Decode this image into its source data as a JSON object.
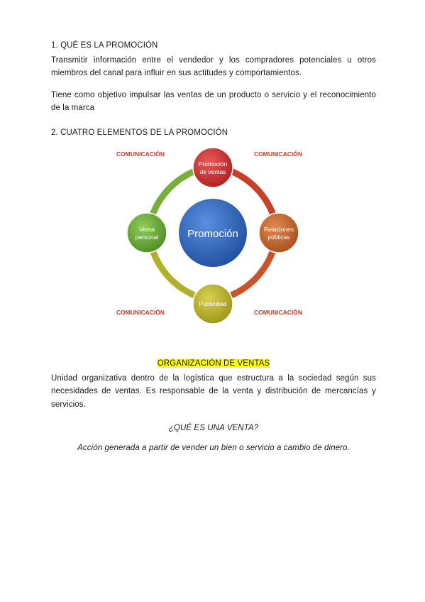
{
  "section1": {
    "heading": "1. QUÉ ES LA PROMOCIÓN",
    "para1": "Transmitir información entre el vendedor y los compradores potenciales u otros miembros del canal para influir en sus actitudes y comportamientos.",
    "para2": "Tiene como objetivo impulsar las ventas de un producto o servicio y el reconocimiento de la marca"
  },
  "section2": {
    "heading": "2. CUATRO ELEMENTOS DE LA PROMOCIÓN"
  },
  "diagram": {
    "center": "Promoción",
    "nodes": {
      "top": [
        "Promoción",
        "de ventas"
      ],
      "right": [
        "Relaciones",
        "públicas"
      ],
      "bottom": [
        "Publicidad"
      ],
      "left": [
        "Venta",
        "personal"
      ]
    },
    "corner_label": "COMUNICACIÓN",
    "colors": {
      "center": "#2e63b8",
      "top": "#cc2a2a",
      "right": "#c4642a",
      "bottom": "#b7b02a",
      "left": "#6aaa3a",
      "corner_label": "#c0392b"
    }
  },
  "section3": {
    "heading": "ORGANIZACIÓN DE VENTAS",
    "para": "Unidad organizativa dentro de la logística que estructura a la sociedad según sus necesidades de ventas. Es responsable de la venta y distribución de mercancías y servicios.",
    "question": "¿QUÉ ES UNA VENTA?",
    "answer": "Acción generada a partir de vender un bien o servicio a cambio de dinero."
  }
}
